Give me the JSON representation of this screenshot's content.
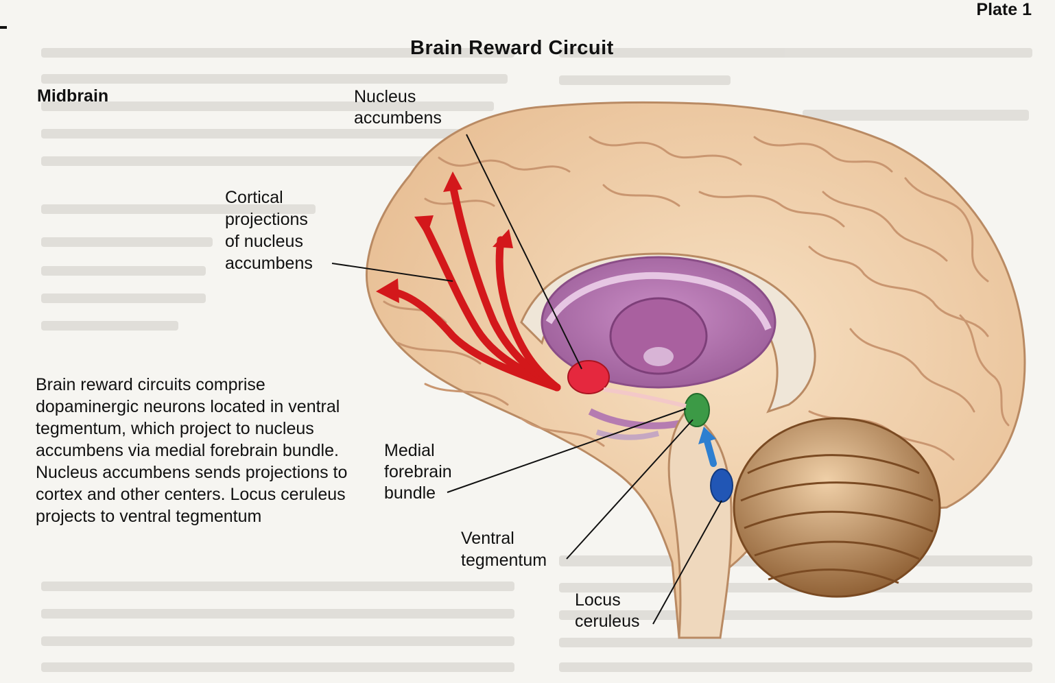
{
  "plate_label": "Plate 1",
  "title": "Brain Reward Circuit",
  "labels": {
    "midbrain": "Midbrain",
    "nucleus_accumbens": "Nucleus\naccumbens",
    "cortical_projections": "Cortical\nprojections\nof nucleus\naccumbens",
    "medial_forebrain_bundle": "Medial\nforebrain\nbundle",
    "ventral_tegmentum": "Ventral\ntegmentum",
    "locus_ceruleus": "Locus\nceruleus"
  },
  "caption": "Brain reward circuits comprise dopaminergic neurons located in ventral tegmentum, which project to nucleus accumbens via medial forebrain bundle. Nucleus accumbens sends projections to cortex and other centers. Locus ceruleus projects to ventral tegmentum",
  "colors": {
    "brain_tissue": "#f1d2ad",
    "gyri_lines": "#c99670",
    "limbic_purple": "#b57cb1",
    "thalamus_purple": "#a9609f",
    "nucleus_accumbens_red": "#e5283e",
    "projection_arrows": "#d3181b",
    "ventral_tegmentum_green": "#3c9a46",
    "locus_ceruleus_blue": "#2156b5",
    "arrow_blue": "#2e7fd0",
    "cerebellum": "#8a5a2e"
  }
}
